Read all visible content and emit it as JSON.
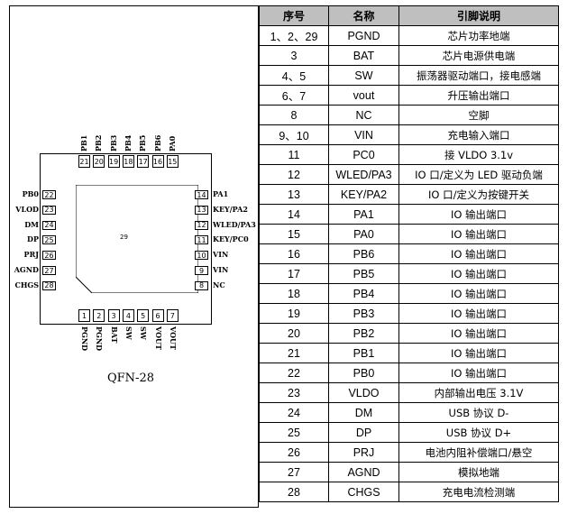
{
  "package": {
    "label": "QFN-28",
    "center_mark": "29",
    "top_pins": [
      {
        "num": "21",
        "name": "PB1"
      },
      {
        "num": "20",
        "name": "PB2"
      },
      {
        "num": "19",
        "name": "PB3"
      },
      {
        "num": "18",
        "name": "PB4"
      },
      {
        "num": "17",
        "name": "PB5"
      },
      {
        "num": "16",
        "name": "PB6"
      },
      {
        "num": "15",
        "name": "PA0"
      }
    ],
    "left_pins": [
      {
        "num": "22",
        "name": "PB0"
      },
      {
        "num": "23",
        "name": "VLOD"
      },
      {
        "num": "24",
        "name": "DM"
      },
      {
        "num": "25",
        "name": "DP"
      },
      {
        "num": "26",
        "name": "PRJ"
      },
      {
        "num": "27",
        "name": "AGND"
      },
      {
        "num": "28",
        "name": "CHGS"
      }
    ],
    "right_pins": [
      {
        "num": "14",
        "name": "PA1"
      },
      {
        "num": "13",
        "name": "KEY/PA2"
      },
      {
        "num": "12",
        "name": "WLED/PA3"
      },
      {
        "num": "11",
        "name": "KEY/PC0"
      },
      {
        "num": "10",
        "name": "VIN"
      },
      {
        "num": "9",
        "name": "VIN"
      },
      {
        "num": "8",
        "name": "NC"
      }
    ],
    "bottom_pins": [
      {
        "num": "1",
        "name": "PGND"
      },
      {
        "num": "2",
        "name": "PGND"
      },
      {
        "num": "3",
        "name": "BAT"
      },
      {
        "num": "4",
        "name": "SW"
      },
      {
        "num": "5",
        "name": "SW"
      },
      {
        "num": "6",
        "name": "VOUT"
      },
      {
        "num": "7",
        "name": "VOUT"
      }
    ]
  },
  "table": {
    "headers": [
      "序号",
      "名称",
      "引脚说明"
    ],
    "rows": [
      [
        "1、2、29",
        "PGND",
        "芯片功率地端"
      ],
      [
        "3",
        "BAT",
        "芯片电源供电端"
      ],
      [
        "4、5",
        "SW",
        "振荡器驱动端口，接电感端"
      ],
      [
        "6、7",
        "vout",
        "升压输出端口"
      ],
      [
        "8",
        "NC",
        "空脚"
      ],
      [
        "9、10",
        "VIN",
        "充电输入端口"
      ],
      [
        "11",
        "PC0",
        "接 VLDO    3.1v"
      ],
      [
        "12",
        "WLED/PA3",
        "IO 口/定义为 LED 驱动负端"
      ],
      [
        "13",
        "KEY/PA2",
        "IO 口/定义为按键开关"
      ],
      [
        "14",
        "PA1",
        "IO 输出端口"
      ],
      [
        "15",
        "PA0",
        "IO 输出端口"
      ],
      [
        "16",
        "PB6",
        "IO 输出端口"
      ],
      [
        "17",
        "PB5",
        "IO 输出端口"
      ],
      [
        "18",
        "PB4",
        "IO 输出端口"
      ],
      [
        "19",
        "PB3",
        "IO 输出端口"
      ],
      [
        "20",
        "PB2",
        "IO 输出端口"
      ],
      [
        "21",
        "PB1",
        "IO 输出端口"
      ],
      [
        "22",
        "PB0",
        "IO 输出端口"
      ],
      [
        "23",
        "VLDO",
        "内部输出电压 3.1V"
      ],
      [
        "24",
        "DM",
        "USB 协议 D-"
      ],
      [
        "25",
        "DP",
        "USB 协议 D+"
      ],
      [
        "26",
        "PRJ",
        "电池内阻补偿端口/悬空"
      ],
      [
        "27",
        "AGND",
        "模拟地端"
      ],
      [
        "28",
        "CHGS",
        "充电电流检测端"
      ]
    ]
  }
}
